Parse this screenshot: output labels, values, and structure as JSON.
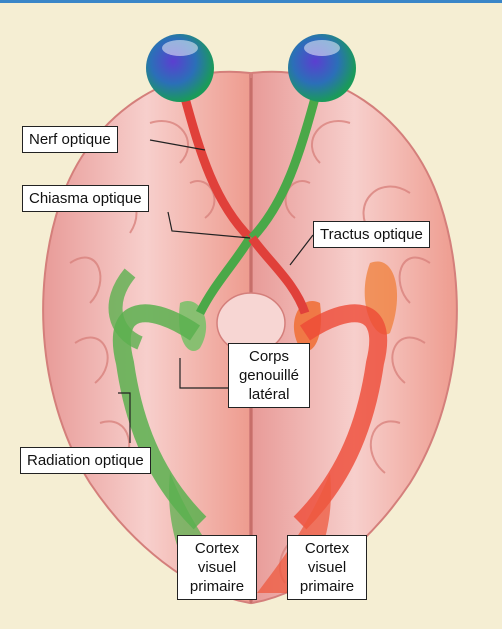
{
  "labels": {
    "nerf_optique": "Nerf optique",
    "chiasma_optique": "Chiasma optique",
    "tractus_optique": "Tractus optique",
    "corps_genouille": [
      "Corps",
      "genouillé",
      "latéral"
    ],
    "radiation_optique": "Radiation optique",
    "cortex_left": [
      "Cortex",
      "visuel",
      "primaire"
    ],
    "cortex_right": [
      "Cortex",
      "visuel",
      "primaire"
    ]
  },
  "colors": {
    "left_pathway": "#4aa848",
    "right_pathway": "#e0403a",
    "brain": "#f3b7b4",
    "brain_dark": "#d88a87",
    "background": "#f5eed3",
    "accent_bar": "#3a86c8"
  },
  "icons": [
    "left-eye-icon",
    "right-eye-icon"
  ]
}
